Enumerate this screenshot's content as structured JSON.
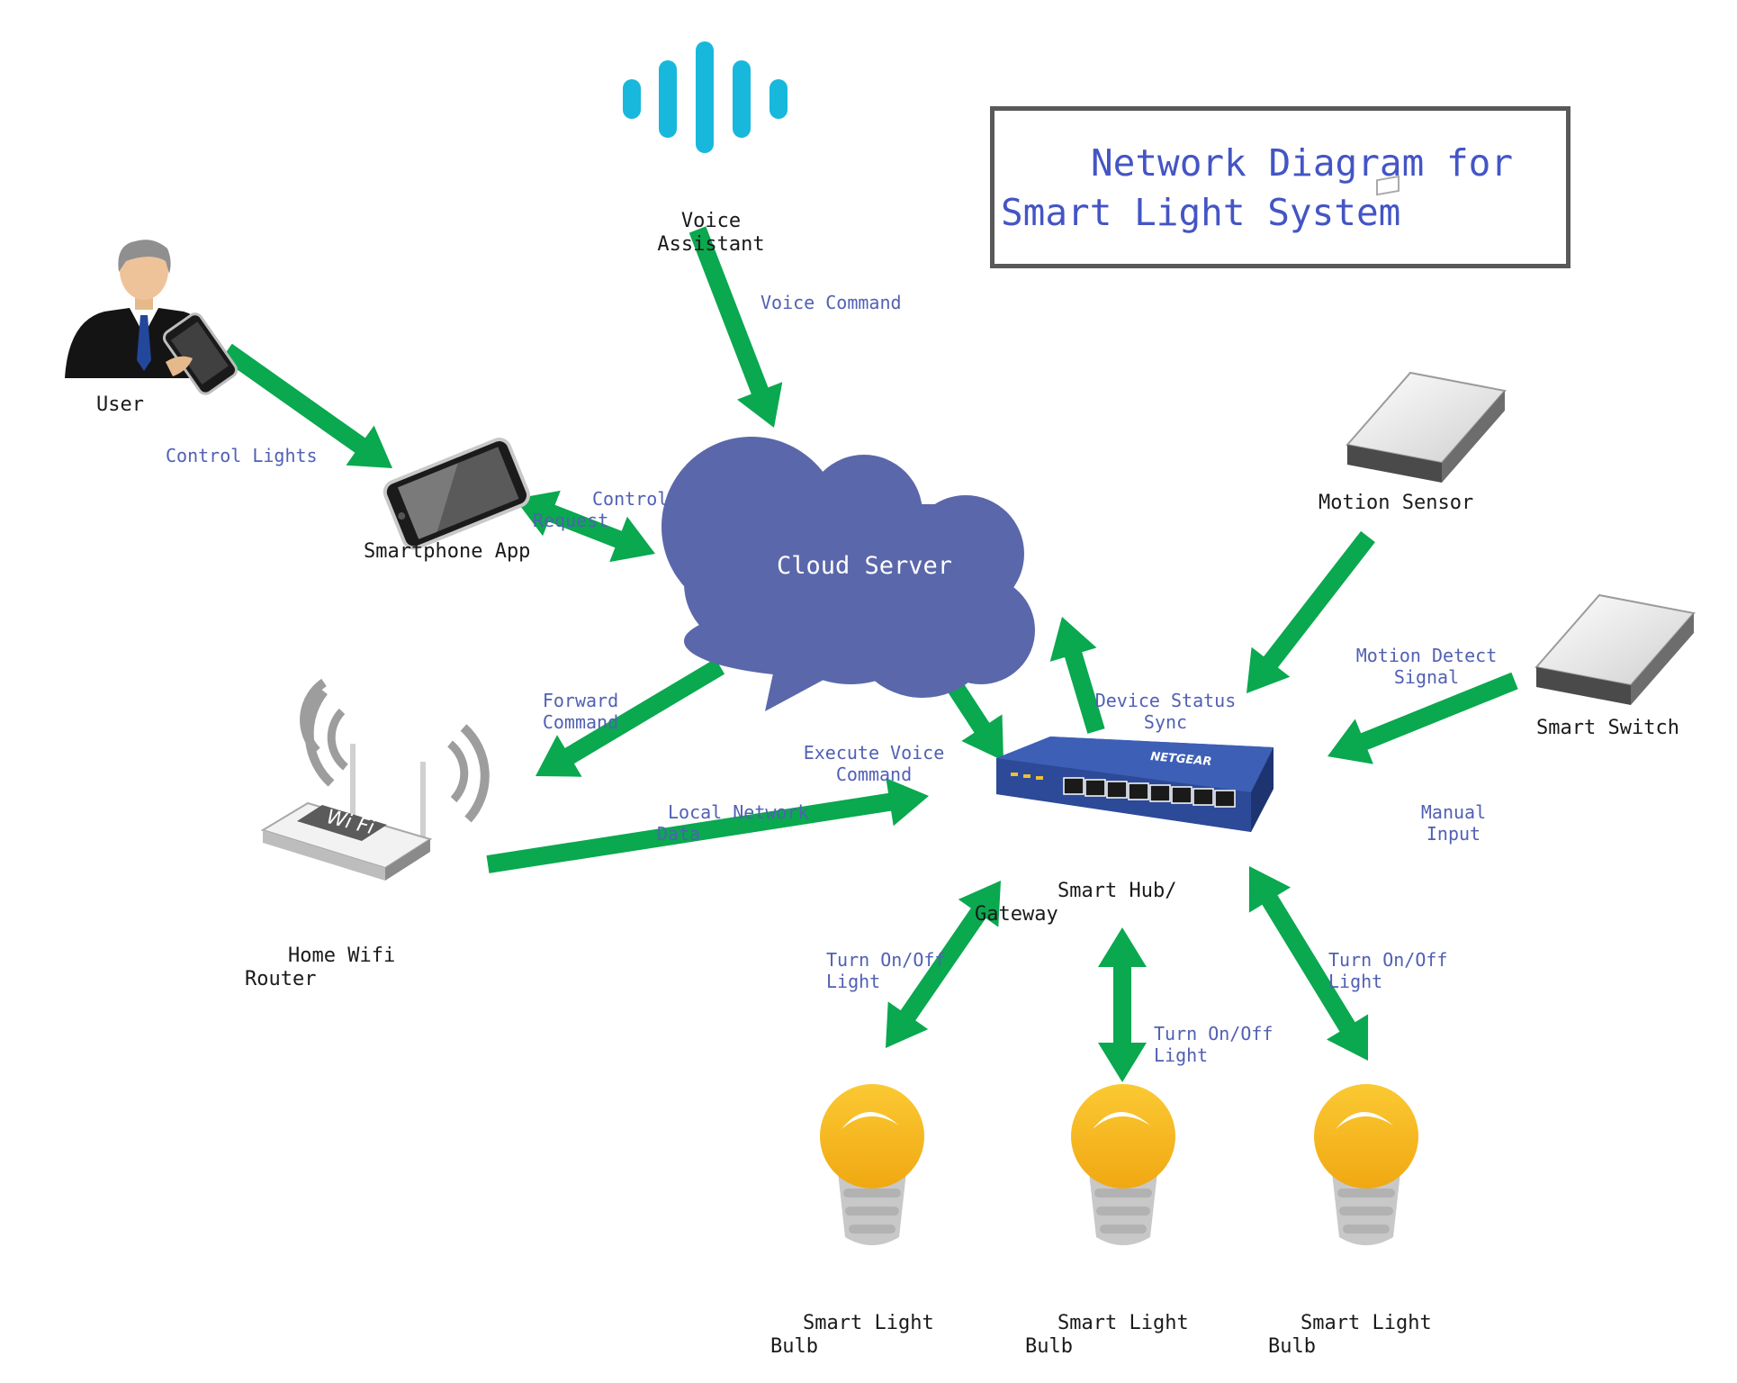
{
  "title": {
    "line1": "Network Diagram for",
    "line2": "Smart Light System"
  },
  "nodes": {
    "voice_assistant": {
      "line1": "Voice",
      "line2": "Assistant"
    },
    "user": "User",
    "smartphone_app": "Smartphone App",
    "cloud_server": "Cloud Server",
    "motion_sensor": "Motion Sensor",
    "smart_switch": "Smart Switch",
    "home_wifi_router": {
      "line1": "Home Wifi",
      "line2": "Router"
    },
    "smart_hub": {
      "line1": "Smart Hub/",
      "line2": "Gateway"
    },
    "bulb_1": {
      "line1": "Smart Light",
      "line2": "Bulb"
    },
    "bulb_2": {
      "line1": "Smart Light",
      "line2": "Bulb"
    },
    "bulb_3": {
      "line1": "Smart Light",
      "line2": "Bulb"
    }
  },
  "router_badge": "Wi Fi",
  "hub_brand": "NETGEAR",
  "edges": {
    "voice_command": "Voice Command",
    "control_lights": "Control Lights",
    "control_request": {
      "line1": "Control",
      "line2": "Request"
    },
    "forward_command": {
      "line1": "Forward",
      "line2": "Command"
    },
    "execute_voice_command": {
      "line1": "Execute Voice",
      "line2": "Command"
    },
    "device_status_sync": {
      "line1": "Device Status",
      "line2": "Sync"
    },
    "motion_detect_signal": {
      "line1": "Motion Detect",
      "line2": "Signal"
    },
    "manual_input": {
      "line1": "Manual",
      "line2": "Input"
    },
    "local_network_data": {
      "line1": "Local Network",
      "line2": "Data"
    },
    "turn_1": {
      "line1": "Turn On/Off",
      "line2": "Light"
    },
    "turn_2": {
      "line1": "Turn On/Off",
      "line2": "Light"
    },
    "turn_3": {
      "line1": "Turn On/Off",
      "line2": "Light"
    }
  },
  "colors": {
    "arrow": "#0aa84f",
    "cloud": "#5a67aa",
    "edge_label": "#5160b4",
    "title": "#4455c4",
    "voice_icon": "#17b8dc",
    "bulb": "#f6b91e",
    "hub": "#2e4c9c"
  },
  "icons": {
    "voice_assistant": "soundwave-icon",
    "user": "businessman-icon",
    "smartphone_app": "smartphone-icon",
    "cloud_server": "cloud-icon",
    "motion_sensor": "device-box-icon",
    "smart_switch": "device-box-icon",
    "home_wifi_router": "wifi-router-icon",
    "smart_hub": "network-switch-icon",
    "bulb": "lightbulb-icon"
  }
}
